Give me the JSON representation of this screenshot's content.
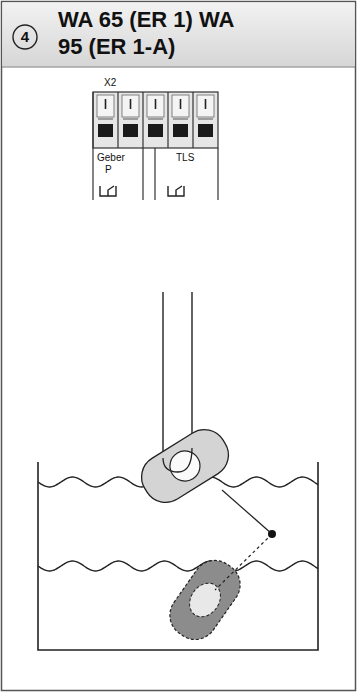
{
  "diagram": {
    "title": "WA 65 (ER 1) WA 95 (ER 1-A)",
    "labels": [
      "4",
      "X2",
      "Geber",
      "P",
      "TLS"
    ]
  }
}
